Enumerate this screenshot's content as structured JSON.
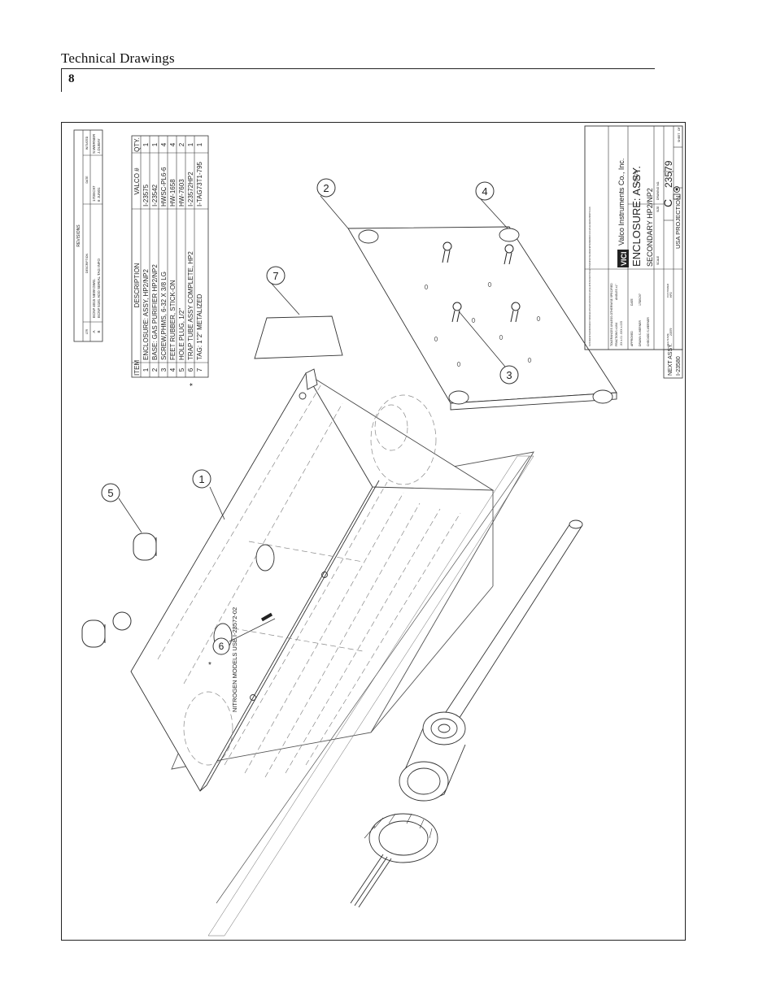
{
  "header": {
    "title": "Technical Drawings",
    "page_number": "8"
  },
  "revisions": {
    "title": "REVISIONS",
    "columns": [
      "LTR",
      "DESCRIPTION",
      "DATE",
      "INITIATED"
    ],
    "rows": [
      {
        "ltr": "A",
        "desc": "ECN# 4015 NEW DWG.",
        "date": "17DEC97",
        "init": "S.WERNER"
      },
      {
        "ltr": "B",
        "desc": "ECN# 5181 ADD SERIAL TAG INFO",
        "date": "6 JUN01",
        "init": "J.DUBAY"
      }
    ]
  },
  "bom": {
    "columns": [
      "ITEM",
      "DESCRIPTION",
      "VALCO #",
      "QTY."
    ],
    "rows": [
      {
        "item": "1",
        "desc": "ENCLOSURE: ASSY, HP2/NP2",
        "valco": "I-23575",
        "qty": "1"
      },
      {
        "item": "2",
        "desc": "BASE: GAS PURIFIER HP2/NP2",
        "valco": "I-23542",
        "qty": "1"
      },
      {
        "item": "3",
        "desc": "SCREW,PHMS, 6-32 X 3/8 LG",
        "valco": "HWSC-PL6-6",
        "qty": "4"
      },
      {
        "item": "4",
        "desc": "FEET RUBBER, STICK-ON",
        "valco": "HW-1658",
        "qty": "4"
      },
      {
        "item": "5",
        "desc": "HOLE PLUG, 1/2\"",
        "valco": "HW-7603",
        "qty": "2"
      },
      {
        "item": "6",
        "desc": "TRAP TUBE ASSY COMPLETE, HP2",
        "valco": "I-23572HP2",
        "qty": "1"
      },
      {
        "item": "7",
        "desc": "TAG: 1\"2\" METALIZED",
        "valco": "I-TAG73T1-795",
        "qty": "1"
      }
    ],
    "asterisk": "*"
  },
  "callouts": [
    "1",
    "2",
    "3",
    "4",
    "5",
    "6",
    "7"
  ],
  "note": {
    "text": "NITROGEN MODELS USE I-23572-02",
    "asterisk": "*"
  },
  "title_block": {
    "disclaimer": "THIS DOCUMENT AND THE INFORMATION WHICH IT CONTAINS SHALL NOT BE USED, EXPLOITED OR SOLD, AND SHALL NOT BE DISCLOSED OR DIVULGED TO OTHERS WITHOUT THE EXPRESSED WRITTEN PERMISSION OF VALCO, AND SHALL REMAIN THE PROPERTY OF VALCO.",
    "tolerance_label": "TOLERANCES UNLESS OTHERWISE SPECIFIED",
    "tol_fraction": "FRACTIONS ±1/64",
    "tol_ang": "ANGLES ±1°",
    "tol_dec": ".XX ±.01 .XXX ±.005",
    "approved": "APPROVED",
    "date_col": "DATE",
    "drawn": "DRAWN S.WERNER",
    "drawn_date": "17DEC97",
    "checked": "CHECKED S.WERNER",
    "company": "Valco Instruments Co., Inc.",
    "logo": "VICI",
    "title": "ENCLOSURE: ASSY.",
    "subtitle": "SECONDARY  HP2/NP2",
    "size_label": "SIZE",
    "size": "C",
    "dwg_label": "DRAWING NO.",
    "dwg_small": "I-23579",
    "dwg_no": "23579",
    "scale_label": "SCALE",
    "projection": "USA PROJECTION",
    "sheet_label": "SHEET",
    "of_label": "OF",
    "file_label": "FILE NAME",
    "file_name": "23579",
    "cust_label": "CUSTOMER",
    "customer": "HP2",
    "next_assy_label": "NEXT ASSY.",
    "next_assy": "I-23580"
  }
}
